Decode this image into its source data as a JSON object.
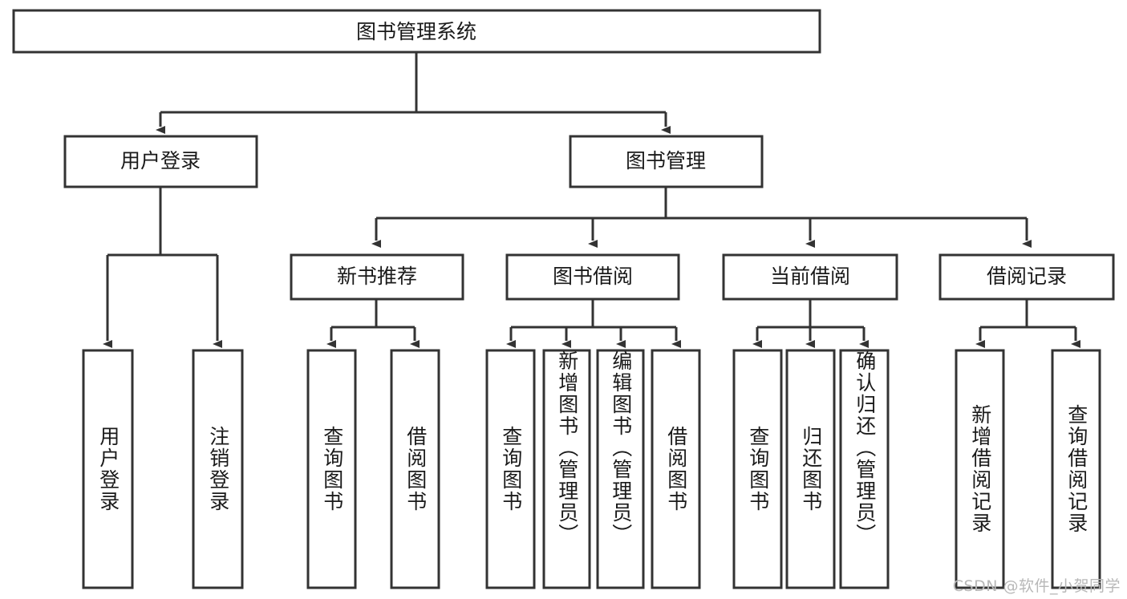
{
  "diagram": {
    "type": "tree-hierarchy-chart",
    "title": "图书管理系统",
    "orientation": "top-down",
    "colors": {
      "box_stroke": "#333333",
      "box_fill": "#ffffff",
      "connector": "#333333",
      "text": "#1a1a1a",
      "watermark": "#b8b8b8",
      "background": "#ffffff"
    },
    "root": {
      "label": "图书管理系统"
    },
    "level2": [
      {
        "label": "用户登录"
      },
      {
        "label": "图书管理"
      }
    ],
    "level3": [
      {
        "label": "新书推荐"
      },
      {
        "label": "图书借阅"
      },
      {
        "label": "当前借阅"
      },
      {
        "label": "借阅记录"
      }
    ],
    "leaves": {
      "user_login": [
        {
          "label": "用户登录"
        },
        {
          "label": "注销登录"
        }
      ],
      "new_book_recommend": [
        {
          "label": "查询图书"
        },
        {
          "label": "借阅图书"
        }
      ],
      "book_borrow": [
        {
          "label": "查询图书"
        },
        {
          "label": "新增图书（管理员）"
        },
        {
          "label": "编辑图书（管理员）"
        },
        {
          "label": "借阅图书"
        }
      ],
      "current_borrow": [
        {
          "label": "查询图书"
        },
        {
          "label": "归还图书"
        },
        {
          "label": "确认归还（管理员）"
        }
      ],
      "borrow_record": [
        {
          "label": "新增借阅记录"
        },
        {
          "label": "查询借阅记录"
        }
      ]
    }
  },
  "watermark": {
    "text": "CSDN @软件_小贺同学"
  }
}
